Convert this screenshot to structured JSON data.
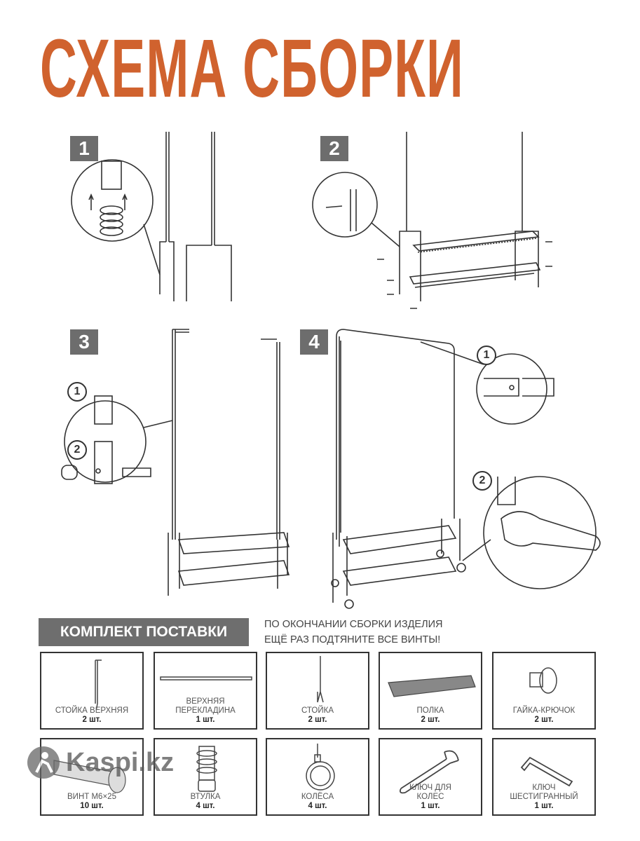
{
  "title": "СХЕМА СБОРКИ",
  "steps": [
    "1",
    "2",
    "3",
    "4"
  ],
  "callouts": {
    "step3": [
      "1",
      "2"
    ],
    "step4": [
      "1",
      "2"
    ]
  },
  "kit": {
    "heading": "КОМПЛЕКТ ПОСТАВКИ",
    "note_line1": "ПО ОКОНЧАНИИ СБОРКИ ИЗДЕЛИЯ",
    "note_line2": "ЕЩЁ РАЗ ПОДТЯНИТЕ ВСЕ ВИНТЫ!",
    "parts": [
      {
        "name": "СТОЙКА ВЕРХНЯЯ",
        "qty": "2 шт.",
        "icon": "upper-post-icon"
      },
      {
        "name": "ВЕРХНЯЯ ПЕРЕКЛАДИНА",
        "qty": "1 шт.",
        "icon": "crossbar-icon"
      },
      {
        "name": "СТОЙКА",
        "qty": "2 шт.",
        "icon": "post-icon"
      },
      {
        "name": "ПОЛКА",
        "qty": "2 шт.",
        "icon": "shelf-icon"
      },
      {
        "name": "ГАЙКА-КРЮЧОК",
        "qty": "2 шт.",
        "icon": "hook-nut-icon"
      },
      {
        "name": "ВИНТ М6×25",
        "qty": "10 шт.",
        "icon": "screw-icon"
      },
      {
        "name": "ВТУЛКА",
        "qty": "4 шт.",
        "icon": "bushing-icon"
      },
      {
        "name": "КОЛЁСА",
        "qty": "4 шт.",
        "icon": "wheel-icon"
      },
      {
        "name": "КЛЮЧ ДЛЯ КОЛЕС",
        "qty": "1 шт.",
        "icon": "wrench-icon"
      },
      {
        "name": "КЛЮЧ ШЕСТИГРАННЫЙ",
        "qty": "1 шт.",
        "icon": "hex-key-icon"
      }
    ]
  },
  "watermark": "Kaspi.kz",
  "colors": {
    "title": "#d0622e",
    "badge": "#6d6d6d",
    "line": "#333333"
  }
}
